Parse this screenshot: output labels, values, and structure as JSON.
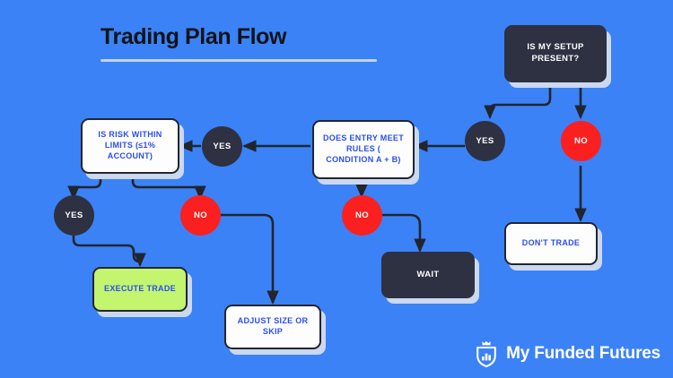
{
  "header": {
    "title": "Trading Plan Flow"
  },
  "theme": {
    "background": "#3b82f6",
    "dark_node": "#2d3142",
    "white_node": "#fdfdfd",
    "green_node": "#c3f56e",
    "yes_circle": "#2d3142",
    "no_circle": "#fa2020",
    "node_text_blue": "#2b4df0",
    "connector": "#22252e",
    "title_rule": "#c3d3ec",
    "shadow": "#ccd8ef"
  },
  "flow": {
    "nodes": [
      {
        "id": "setup",
        "label": "IS MY SETUP PRESENT?",
        "kind": "dark"
      },
      {
        "id": "entry",
        "label": "DOES ENTRY MEET RULES ( CONDITION A + B)",
        "kind": "white"
      },
      {
        "id": "risk",
        "label": "IS RISK WITHIN LIMITS (≤1% ACCOUNT)",
        "kind": "white"
      },
      {
        "id": "dont",
        "label": "DON'T TRADE",
        "kind": "white"
      },
      {
        "id": "wait",
        "label": "WAIT",
        "kind": "dark"
      },
      {
        "id": "execute",
        "label": "EXECUTE TRADE",
        "kind": "green"
      },
      {
        "id": "adjust",
        "label": "ADJUST SIZE OR SKIP",
        "kind": "white"
      }
    ],
    "decisions": [
      {
        "id": "yes-setup",
        "label": "YES",
        "kind": "yes"
      },
      {
        "id": "no-setup",
        "label": "NO",
        "kind": "no"
      },
      {
        "id": "yes-entry",
        "label": "YES",
        "kind": "yes"
      },
      {
        "id": "no-entry",
        "label": "NO",
        "kind": "no"
      },
      {
        "id": "yes-risk",
        "label": "YES",
        "kind": "yes"
      },
      {
        "id": "no-risk",
        "label": "NO",
        "kind": "no"
      }
    ],
    "edges": [
      {
        "from": "setup",
        "to": "yes-setup"
      },
      {
        "from": "setup",
        "to": "no-setup"
      },
      {
        "from": "yes-setup",
        "to": "entry"
      },
      {
        "from": "no-setup",
        "to": "dont"
      },
      {
        "from": "entry",
        "to": "yes-entry"
      },
      {
        "from": "entry",
        "to": "no-entry"
      },
      {
        "from": "yes-entry",
        "to": "risk"
      },
      {
        "from": "no-entry",
        "to": "wait"
      },
      {
        "from": "risk",
        "to": "yes-risk"
      },
      {
        "from": "risk",
        "to": "no-risk"
      },
      {
        "from": "yes-risk",
        "to": "execute"
      },
      {
        "from": "no-risk",
        "to": "adjust"
      }
    ]
  },
  "brand": {
    "name": "My Funded Futures",
    "icon": "crown-shield-bars-icon"
  }
}
